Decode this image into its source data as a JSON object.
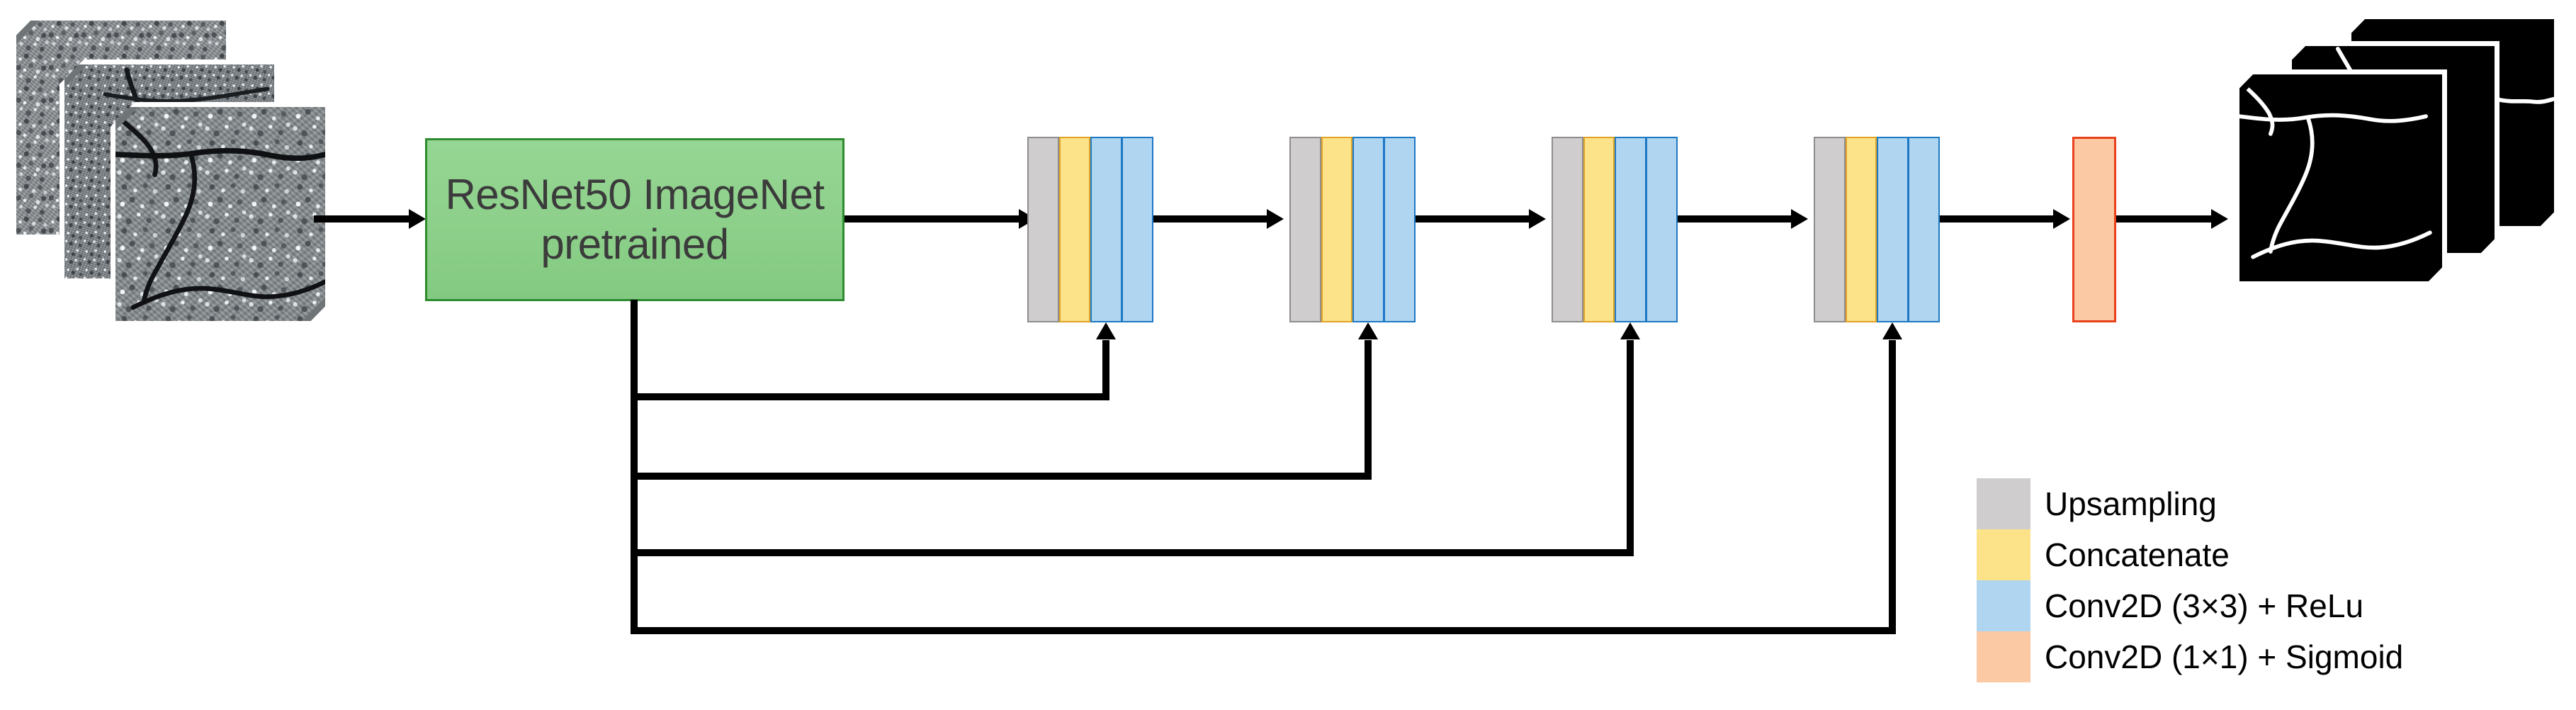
{
  "diagram": {
    "title": "Crack segmentation encoder-decoder architecture",
    "background_color": "#ffffff"
  },
  "input": {
    "name": "input-image-stack",
    "plate_count": 3,
    "description": "Stack of three cracked asphalt pavement photographs"
  },
  "encoder": {
    "label_line1": "ResNet50 ImageNet",
    "label_line2": "pretrained",
    "fill_color": "#8ccd8a",
    "border_color": "#2e8b2e",
    "text_color": "#3b3b3b"
  },
  "decoder_blocks": [
    {
      "name": "decoder-block-1",
      "layers": [
        "Upsampling",
        "Concatenate",
        "Conv2D (3×3) + ReLu",
        "Conv2D (3×3) + ReLu"
      ]
    },
    {
      "name": "decoder-block-2",
      "layers": [
        "Upsampling",
        "Concatenate",
        "Conv2D (3×3) + ReLu",
        "Conv2D (3×3) + ReLu"
      ]
    },
    {
      "name": "decoder-block-3",
      "layers": [
        "Upsampling",
        "Concatenate",
        "Conv2D (3×3) + ReLu",
        "Conv2D (3×3) + ReLu"
      ]
    },
    {
      "name": "decoder-block-4",
      "layers": [
        "Upsampling",
        "Concatenate",
        "Conv2D (3×3) + ReLu",
        "Conv2D (3×3) + ReLu"
      ]
    }
  ],
  "output_head": {
    "name": "sigmoid-conv-block",
    "layer": "Conv2D (1×1) + Sigmoid",
    "fill_color": "#fbc9a4",
    "border_color": "#e8411b"
  },
  "output": {
    "name": "output-mask-stack",
    "plate_count": 3,
    "description": "Stack of three binary crack segmentation masks, white cracks on black"
  },
  "skip_connections": {
    "count": 4,
    "source": "ResNet50 encoder features",
    "targets": [
      "decoder-block-1",
      "decoder-block-2",
      "decoder-block-3",
      "decoder-block-4"
    ]
  },
  "legend": {
    "items": [
      {
        "label": "Upsampling",
        "color": "#cfcdcd"
      },
      {
        "label": "Concatenate",
        "color": "#fce38a"
      },
      {
        "label": "Conv2D (3×3) + ReLu",
        "color": "#afd5f0"
      },
      {
        "label": "Conv2D (1×1) + Sigmoid",
        "color": "#fbc9a4"
      }
    ]
  }
}
